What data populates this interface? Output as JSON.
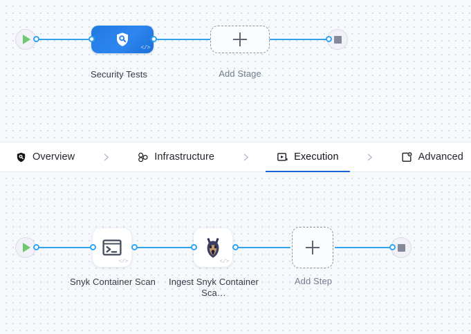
{
  "theme": {
    "accent_blue": "#1565d8",
    "edge_blue": "#30a3ef",
    "canvas_bg": "#f6f9fc",
    "stage_node_blue": "#2d86f0",
    "play_green": "#6dc96d",
    "stop_gray": "#848a99"
  },
  "stage_canvas": {
    "start_node": {
      "name": "pipeline-start",
      "icon": "play-icon"
    },
    "end_node": {
      "name": "pipeline-end",
      "icon": "stop-icon"
    },
    "nodes": [
      {
        "label": "Security Tests",
        "icon": "shield-search-icon",
        "badge": "</>",
        "type": "stage"
      },
      {
        "label": "Add Stage",
        "icon": "plus-icon",
        "type": "add"
      }
    ]
  },
  "tab_bar": {
    "tabs": [
      {
        "label": "Overview",
        "icon": "shield-icon",
        "active": false
      },
      {
        "label": "Infrastructure",
        "icon": "cluster-icon",
        "active": false
      },
      {
        "label": "Execution",
        "icon": "play-box-icon",
        "active": true
      },
      {
        "label": "Advanced",
        "icon": "box-gear-icon",
        "active": false
      }
    ],
    "separator_icon": "chevron-right-icon"
  },
  "step_canvas": {
    "start_node": {
      "name": "execution-start",
      "icon": "play-icon"
    },
    "end_node": {
      "name": "execution-end",
      "icon": "stop-icon"
    },
    "nodes": [
      {
        "label": "Snyk Container Scan",
        "icon": "terminal-icon",
        "badge": "</>",
        "type": "step"
      },
      {
        "label": "Ingest Snyk Container Sca…",
        "icon": "snyk-dog-icon",
        "badge": "</>",
        "type": "step"
      },
      {
        "label": "Add Step",
        "icon": "plus-icon",
        "type": "add"
      }
    ]
  }
}
